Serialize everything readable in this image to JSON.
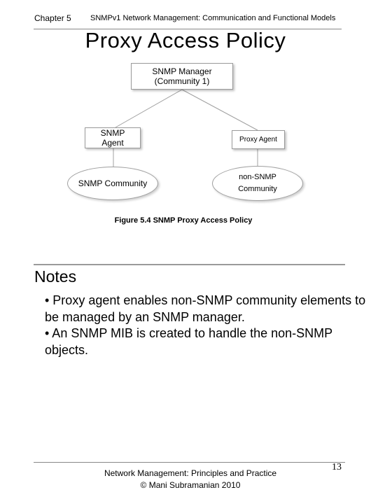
{
  "header": {
    "chapter": "Chapter 5",
    "title": "SNMPv1 Network Management: Communication and Functional Models"
  },
  "slide_title": "Proxy Access Policy",
  "diagram": {
    "manager_line1": "SNMP Manager",
    "manager_line2": "(Community 1)",
    "agent_line1": "SNMP",
    "agent_line2": "Agent",
    "proxy_agent": "Proxy Agent",
    "community": "SNMP Community",
    "non_community_line1": "non-SNMP",
    "non_community_line2": "Community",
    "caption": "Figure 5.4 SNMP Proxy Access Policy"
  },
  "notes": {
    "heading": "Notes",
    "bullets": [
      "• Proxy agent enables non-SNMP community elements to be managed by an SNMP manager.",
      "• An SNMP MIB is created to handle the non-SNMP objects."
    ]
  },
  "footer": {
    "line1": "Network Management: Principles and Practice",
    "line2": "© Mani Subramanian 2010",
    "page_number": "13"
  }
}
